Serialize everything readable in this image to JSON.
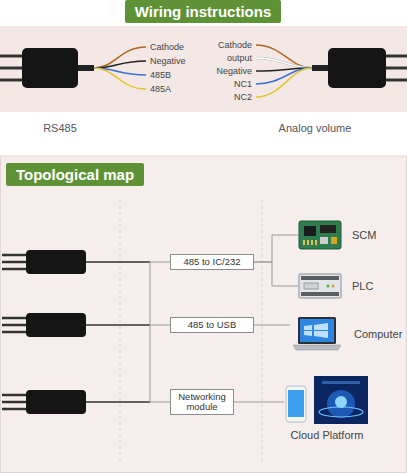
{
  "diagram": {
    "nodes": [
      {
        "text": [
          "Wiring instructions"
        ]
      },
      {
        "text": [
          "Topological map"
        ]
      },
      {
        "text": [
          "485 to IC/232"
        ]
      },
      {
        "text": [
          "485 to USB"
        ]
      },
      {
        "text": [
          "Networking module"
        ]
      },
      {
        "text": [
          "SCM"
        ]
      },
      {
        "text": [
          "PLC"
        ]
      },
      {
        "text": [
          "Computer"
        ]
      },
      {
        "text": [
          "Cloud Platform"
        ]
      }
    ],
    "edges": [
      {
        "from": 2,
        "to": 5,
        "arrow": "none"
      },
      {
        "from": 2,
        "to": 6,
        "arrow": "none"
      },
      {
        "from": 3,
        "to": 7,
        "arrow": "none"
      },
      {
        "from": 4,
        "to": 8,
        "arrow": "none"
      }
    ],
    "labels": [
      "Cathode",
      "Negative",
      "485B",
      "485A",
      "Cathode",
      "output",
      "Negative",
      "NC1",
      "NC2",
      "RS485",
      "Analog volume"
    ]
  }
}
